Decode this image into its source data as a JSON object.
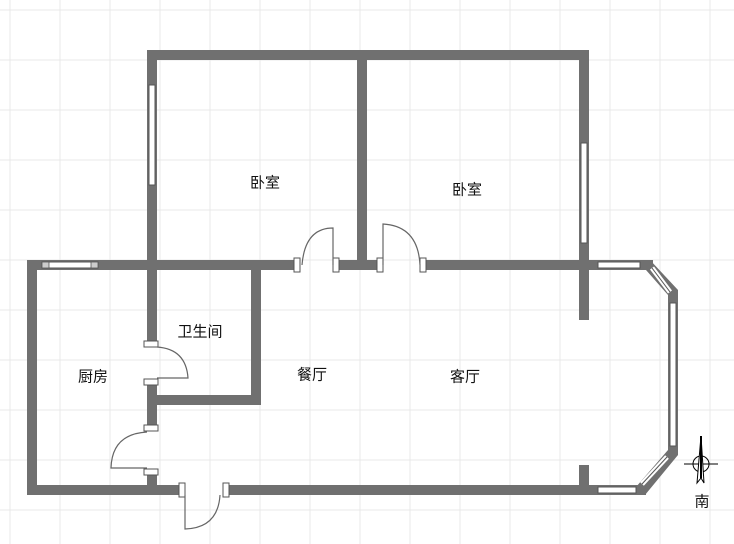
{
  "rooms": {
    "bedroom_left": "卧室",
    "bedroom_right": "卧室",
    "bathroom": "卫生间",
    "kitchen": "厨房",
    "dining": "餐厅",
    "living": "客厅"
  },
  "compass": {
    "label": "南"
  },
  "colors": {
    "wall": "#707070",
    "grid": "#e8e8e8"
  }
}
